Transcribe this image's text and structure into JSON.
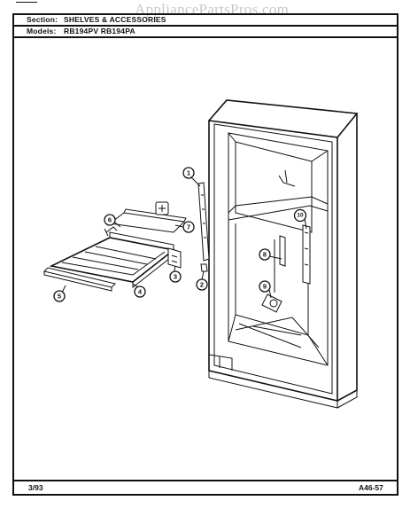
{
  "watermark": "AppliancePartsPros.com",
  "header": {
    "section_label": "Section:",
    "section_value": "SHELVES & ACCESSORIES",
    "models_label": "Models:",
    "models_value": "RB194PV RB194PA"
  },
  "footer": {
    "date": "3/93",
    "page_code": "A46-57"
  },
  "callouts": [
    "1",
    "2",
    "3",
    "4",
    "5",
    "6",
    "7",
    "8",
    "9",
    "10"
  ]
}
